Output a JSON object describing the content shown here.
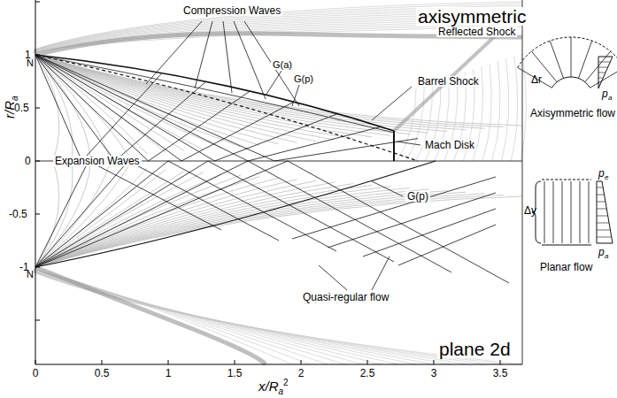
{
  "diagram": {
    "labels": [
      "Compression Waves",
      "axisymmetric",
      "G(a)",
      "G(p)",
      "Reflected Shock",
      "Barrel Shock",
      "Mach Disk",
      "Expansion Waves",
      "G(p)",
      "Quasi-regular flow",
      "plane 2d",
      "N",
      "N",
      "r/R",
      "a",
      "x/R",
      "a",
      "2",
      "1",
      "0.5",
      "0",
      "-0.5",
      "-1",
      "0",
      "0.5",
      "1",
      "1.5",
      "2",
      "2.5",
      "3",
      "3.5",
      "Δr",
      "p",
      "a",
      "Axisymmetric flow",
      "Δy",
      "p",
      "e",
      "p",
      "a",
      "Planar flow"
    ]
  }
}
